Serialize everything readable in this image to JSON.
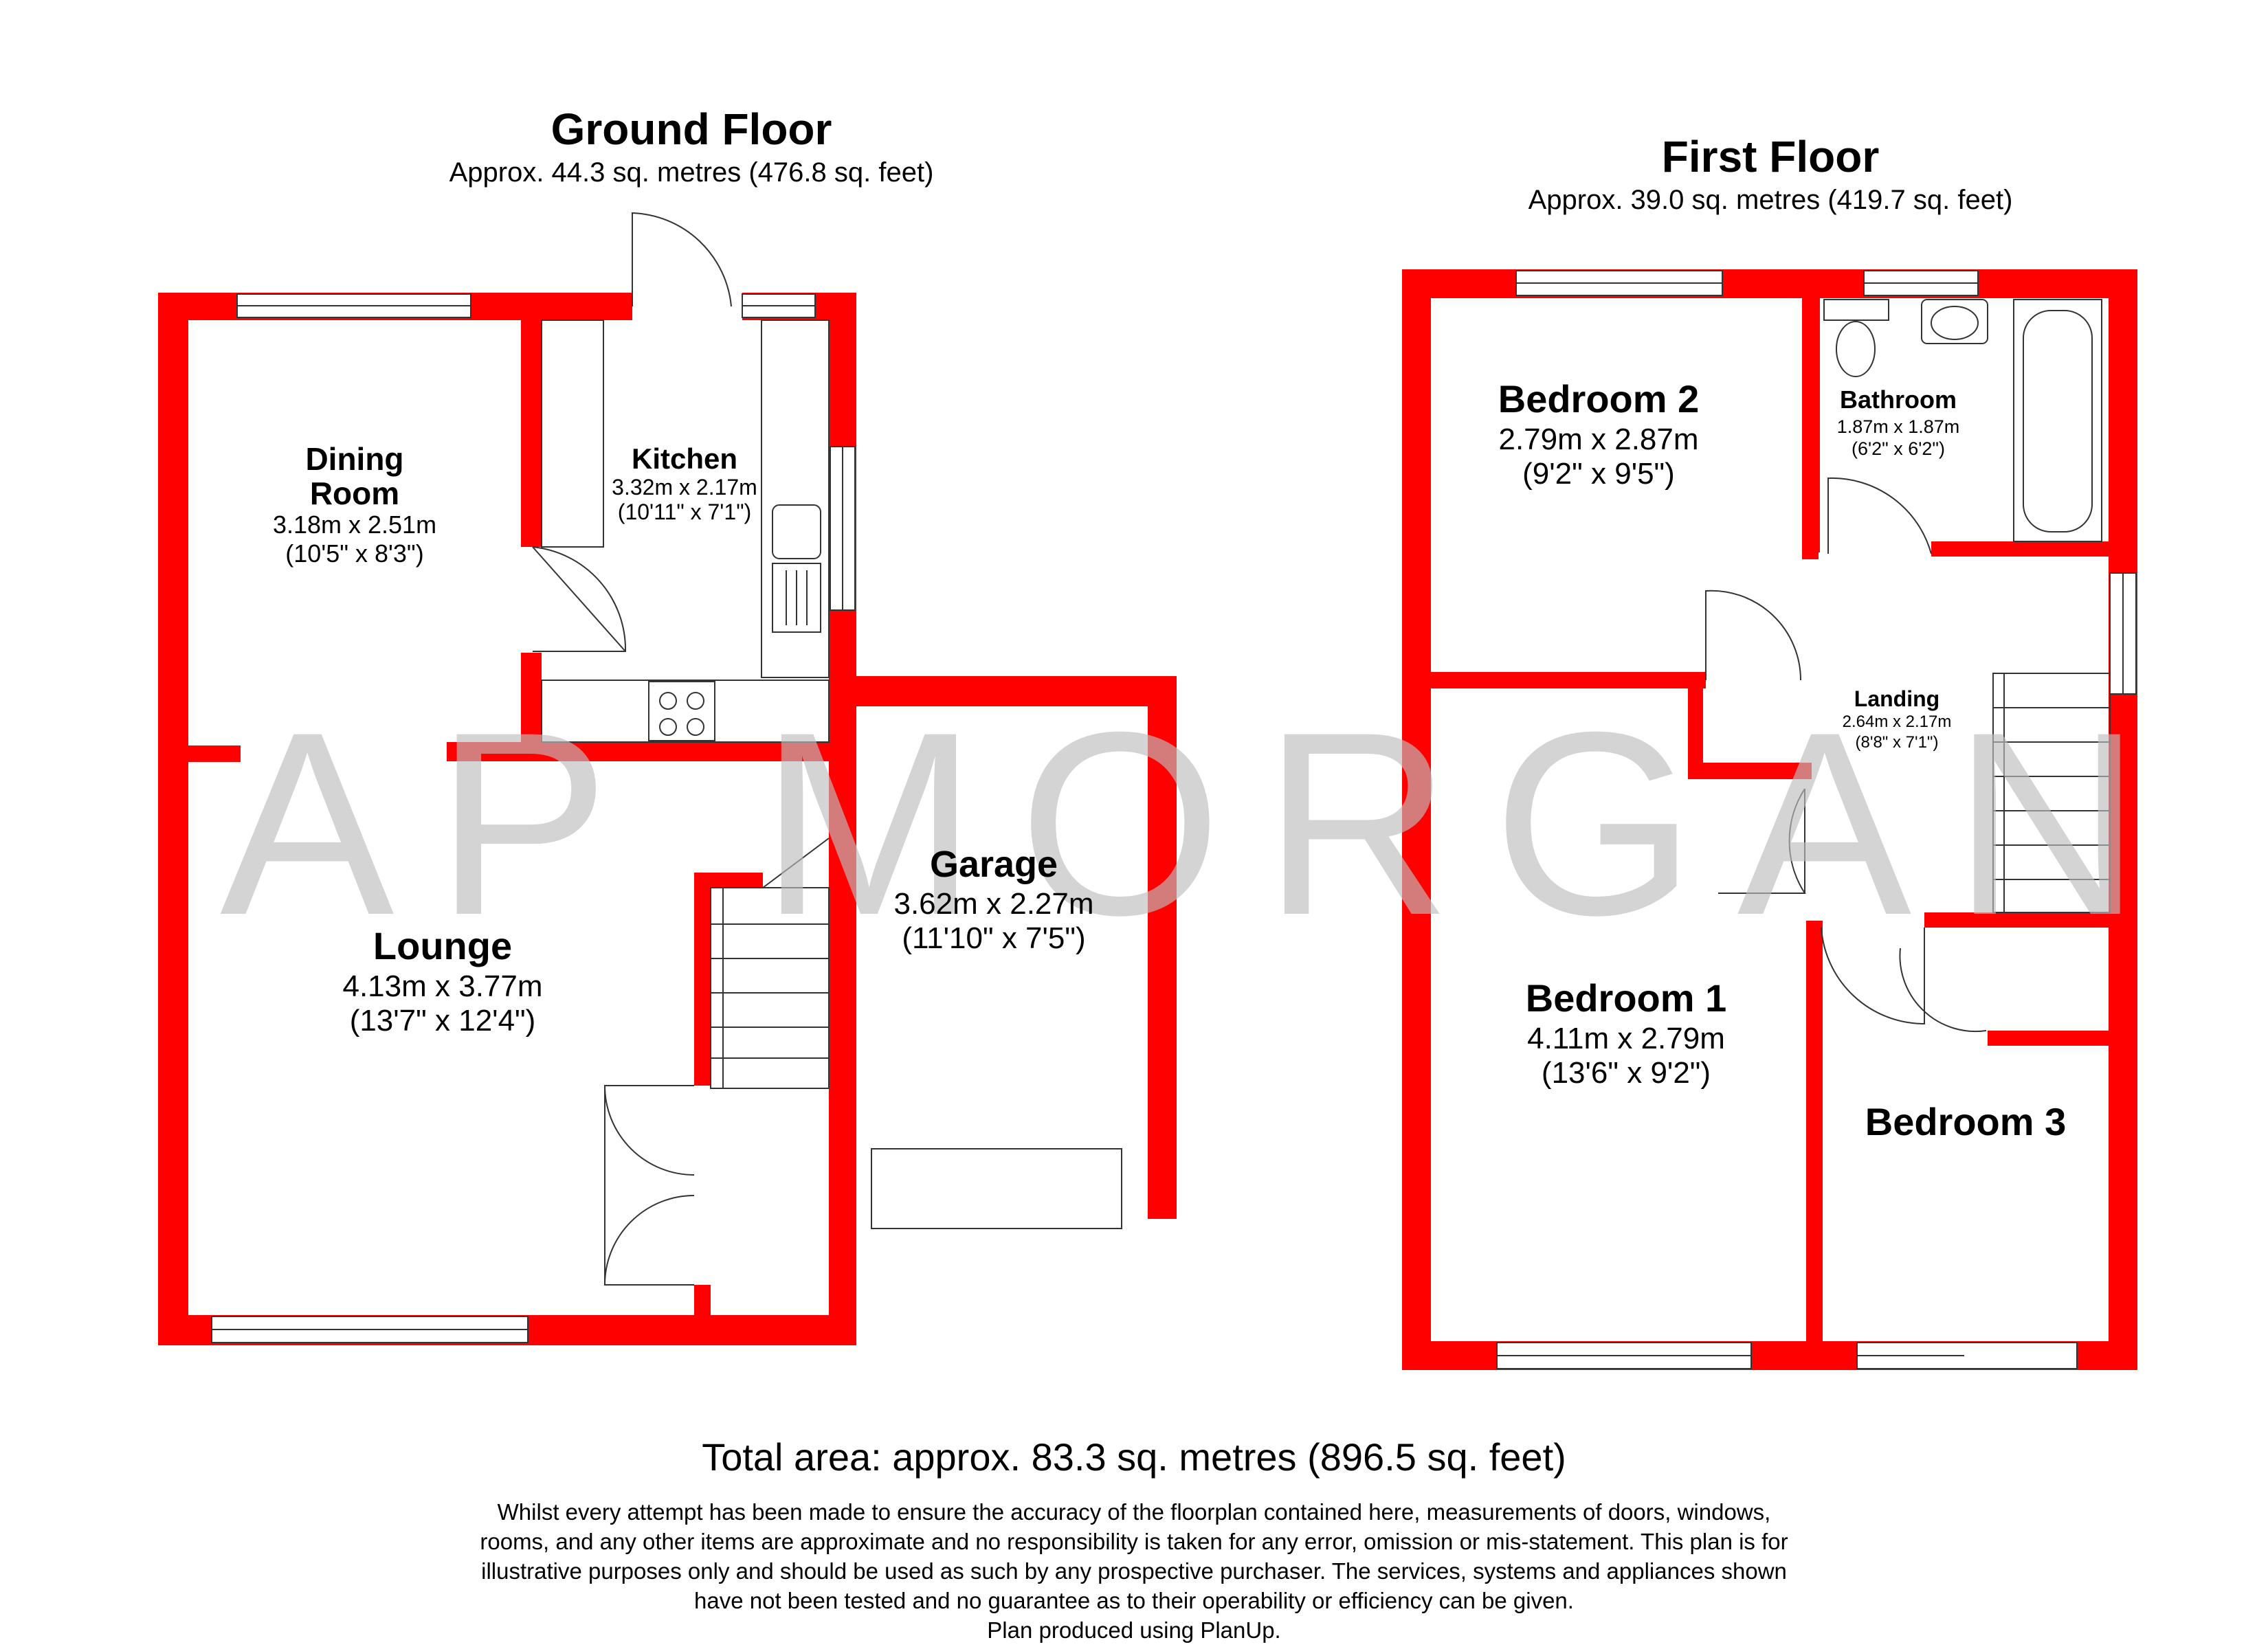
{
  "ground_floor": {
    "title": "Ground Floor",
    "approx": "Approx. 44.3 sq. metres (476.8 sq. feet)",
    "rooms": {
      "dining": {
        "name_line1": "Dining",
        "name_line2": "Room",
        "metric": "3.18m x 2.51m",
        "imperial": "(10'5\" x 8'3\")"
      },
      "kitchen": {
        "name": "Kitchen",
        "metric": "3.32m x 2.17m",
        "imperial": "(10'11\" x 7'1\")"
      },
      "lounge": {
        "name": "Lounge",
        "metric": "4.13m x 3.77m",
        "imperial": "(13'7\" x 12'4\")"
      },
      "garage": {
        "name": "Garage",
        "metric": "3.62m x 2.27m",
        "imperial": "(11'10\" x 7'5\")"
      }
    }
  },
  "first_floor": {
    "title": "First Floor",
    "approx": "Approx. 39.0 sq. metres (419.7 sq. feet)",
    "rooms": {
      "bedroom2": {
        "name": "Bedroom 2",
        "metric": "2.79m x 2.87m",
        "imperial": "(9'2\" x 9'5\")"
      },
      "bathroom": {
        "name": "Bathroom",
        "metric": "1.87m x 1.87m",
        "imperial": "(6'2\" x 6'2\")"
      },
      "landing": {
        "name": "Landing",
        "metric": "2.64m x 2.17m",
        "imperial": "(8'8\" x 7'1\")"
      },
      "bedroom1": {
        "name": "Bedroom 1",
        "metric": "4.11m x 2.79m",
        "imperial": "(13'6\" x 9'2\")"
      },
      "bedroom3": {
        "name": "Bedroom 3"
      }
    }
  },
  "watermark": "AP MORGAN",
  "total_area": "Total area: approx. 83.3 sq. metres (896.5 sq. feet)",
  "disclaimer": [
    "Whilst every attempt has been made to ensure the accuracy of the floorplan contained here, measurements of doors, windows,",
    "rooms, and any other items are approximate and no responsibility is taken for any error, omission or mis-statement. This plan is for",
    "illustrative purposes only and should be used as such by any prospective purchaser. The services, systems and appliances shown",
    "have not been tested and no guarantee as to their operability or efficiency can be given.",
    "Plan produced using PlanUp."
  ],
  "colors": {
    "wall": "#ff0000",
    "watermark": "#bdbdbd"
  }
}
